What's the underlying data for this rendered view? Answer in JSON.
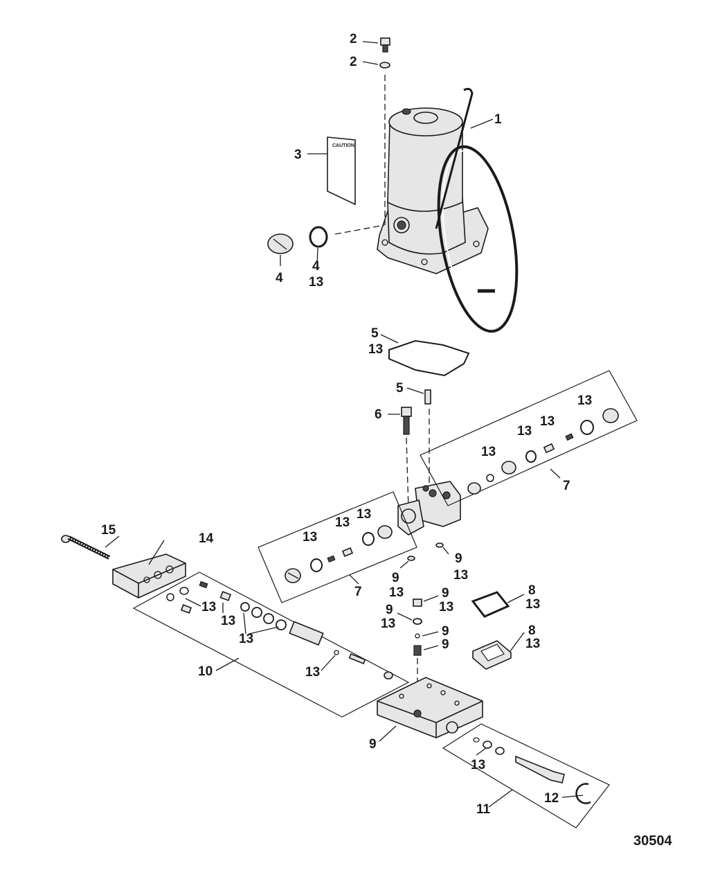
{
  "callouts": {
    "c2a": "2",
    "c2b": "2",
    "c1": "1",
    "c3": "3",
    "c4a": "4",
    "c4b": "4",
    "c13_motor": "13",
    "c5a": "5",
    "c13_gasket": "13",
    "c5b": "5",
    "c6": "6",
    "c13_r1": "13",
    "c13_r2": "13",
    "c13_r3": "13",
    "c13_r4": "13",
    "c7_right": "7",
    "c13_l1": "13",
    "c13_l2": "13",
    "c13_l3": "13",
    "c7_left": "7",
    "c9a": "9",
    "c13_9a": "13",
    "c9b": "9",
    "c13_9b": "13",
    "c9c": "9",
    "c13_9c": "13",
    "c9d": "9",
    "c13_9d": "13",
    "c9e": "9",
    "c9f": "9",
    "c8a": "8",
    "c13_8a": "13",
    "c8b": "8",
    "c13_8b": "13",
    "c15": "15",
    "c14": "14",
    "c13_p1": "13",
    "c13_p2": "13",
    "c13_p3": "13",
    "c13_p4": "13",
    "c10": "10",
    "c9_base": "9",
    "c13_b": "13",
    "c12": "12",
    "c11": "11"
  },
  "caution_label": "CAUTION",
  "figure_number": "30504"
}
